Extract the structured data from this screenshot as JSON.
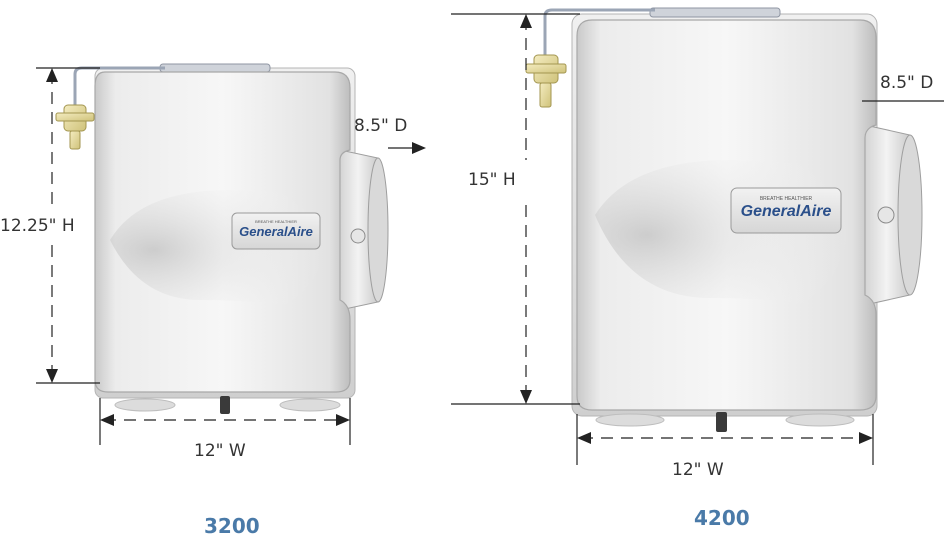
{
  "units": [
    {
      "model": "3200",
      "height_label": "12.25\" H",
      "width_label": "12\" W",
      "depth_label": "8.5\" D",
      "logo_text": "GeneralAire",
      "logo_tagline": "BREATHE HEALTHIER"
    },
    {
      "model": "4200",
      "height_label": "15\" H",
      "width_label": "12\" W",
      "depth_label": "8.5\" D",
      "logo_text": "GeneralAire",
      "logo_tagline": "BREATHE HEALTHIER"
    }
  ],
  "colors": {
    "model_label": "#4a7aa8",
    "logo_blue": "#2a4f8a",
    "dimension_line": "#222222"
  }
}
